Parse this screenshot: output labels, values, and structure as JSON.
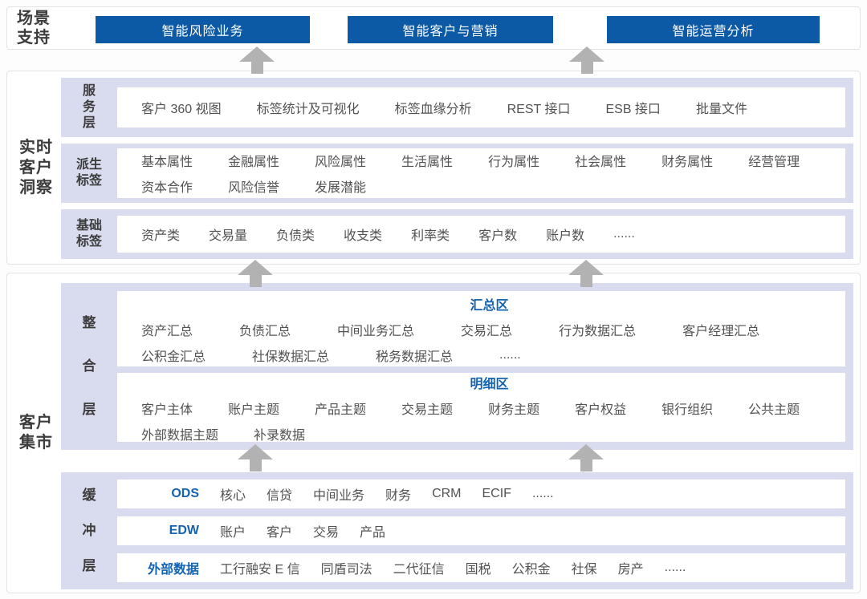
{
  "colors": {
    "accent_blue": "#0c5aa6",
    "blue_text": "#1463b0",
    "panel_lavender": "#d8dcee",
    "arrow_gray": "#b2b2b2"
  },
  "scene": {
    "label_lines": [
      "场景",
      "支持"
    ],
    "buttons": [
      "智能风险业务",
      "智能客户与营销",
      "智能运营分析"
    ]
  },
  "insight": {
    "label_lines": [
      "实时",
      "客户",
      "洞察"
    ],
    "service": {
      "label_lines": [
        "服",
        "务",
        "层"
      ],
      "items": [
        "客户 360 视图",
        "标签统计及可视化",
        "标签血缘分析",
        "REST 接口",
        "ESB 接口",
        "批量文件"
      ]
    },
    "derived": {
      "label_lines": [
        "派生",
        "标签"
      ],
      "row1": [
        "基本属性",
        "金融属性",
        "风险属性",
        "生活属性",
        "行为属性",
        "社会属性",
        "财务属性",
        "经营管理"
      ],
      "row2": [
        "资本合作",
        "风险信誉",
        "发展潜能"
      ]
    },
    "basic": {
      "label_lines": [
        "基础",
        "标签"
      ],
      "items": [
        "资产类",
        "交易量",
        "负债类",
        "收支类",
        "利率类",
        "客户数",
        "账户数",
        "......"
      ]
    }
  },
  "mart": {
    "label_lines": [
      "客户",
      "集市"
    ],
    "integration": {
      "label_chars": [
        "整",
        "合",
        "层"
      ],
      "summary": {
        "title": "汇总区",
        "row1": [
          "资产汇总",
          "负债汇总",
          "中间业务汇总",
          "交易汇总",
          "行为数据汇总",
          "客户经理汇总"
        ],
        "row2": [
          "公积金汇总",
          "社保数据汇总",
          "税务数据汇总",
          "......"
        ]
      },
      "detail": {
        "title": "明细区",
        "row1": [
          "客户主体",
          "账户主题",
          "产品主题",
          "交易主题",
          "财务主题",
          "客户权益",
          "银行组织",
          "公共主题"
        ],
        "row2": [
          "外部数据主题",
          "补录数据"
        ]
      }
    },
    "buffer": {
      "label_chars": [
        "缓",
        "冲",
        "层"
      ],
      "rows": [
        {
          "title": "ODS",
          "items": [
            "核心",
            "信贷",
            "中间业务",
            "财务",
            "CRM",
            "ECIF",
            "......"
          ]
        },
        {
          "title": "EDW",
          "items": [
            "账户",
            "客户",
            "交易",
            "产品"
          ]
        },
        {
          "title": "外部数据",
          "items": [
            "工行融安 E 信",
            "同盾司法",
            "二代征信",
            "国税",
            "公积金",
            "社保",
            "房产",
            "......"
          ]
        }
      ]
    }
  }
}
